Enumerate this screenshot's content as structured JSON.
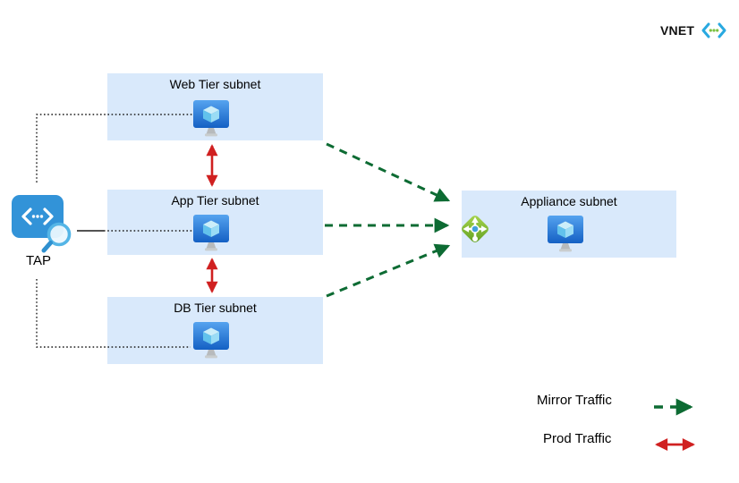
{
  "vnet": {
    "label": "VNET",
    "icon": "vnet-icon"
  },
  "tap": {
    "label": "TAP",
    "icon": "tap-search-icon"
  },
  "subnets": {
    "web": {
      "label": "Web Tier subnet",
      "icon": "virtual-machine-icon"
    },
    "app": {
      "label": "App Tier subnet",
      "icon": "virtual-machine-icon"
    },
    "db": {
      "label": "DB Tier subnet",
      "icon": "virtual-machine-icon"
    },
    "appliance": {
      "label": "Appliance subnet",
      "icons": [
        "load-balancer-icon",
        "virtual-machine-icon"
      ]
    }
  },
  "legend": {
    "mirror": {
      "label": "Mirror Traffic",
      "style": "dashed-arrow",
      "color": "#0d6b33"
    },
    "prod": {
      "label": "Prod Traffic",
      "style": "double-arrow",
      "color": "#d02020"
    }
  },
  "connections": {
    "mirror": [
      "web->appliance",
      "app->appliance",
      "db->appliance"
    ],
    "prod": [
      "web<->app",
      "app<->db"
    ],
    "tap_links": [
      "tap->web-vm",
      "tap->app-vm",
      "tap->db-vm"
    ]
  },
  "colors": {
    "subnet_fill": "#d9e9fb",
    "mirror_green": "#0d6b33",
    "prod_red": "#d02020",
    "tap_blue": "#3293d8",
    "vnet_icon_blue": "#29a9e0",
    "vnet_icon_green": "#7cc142"
  }
}
